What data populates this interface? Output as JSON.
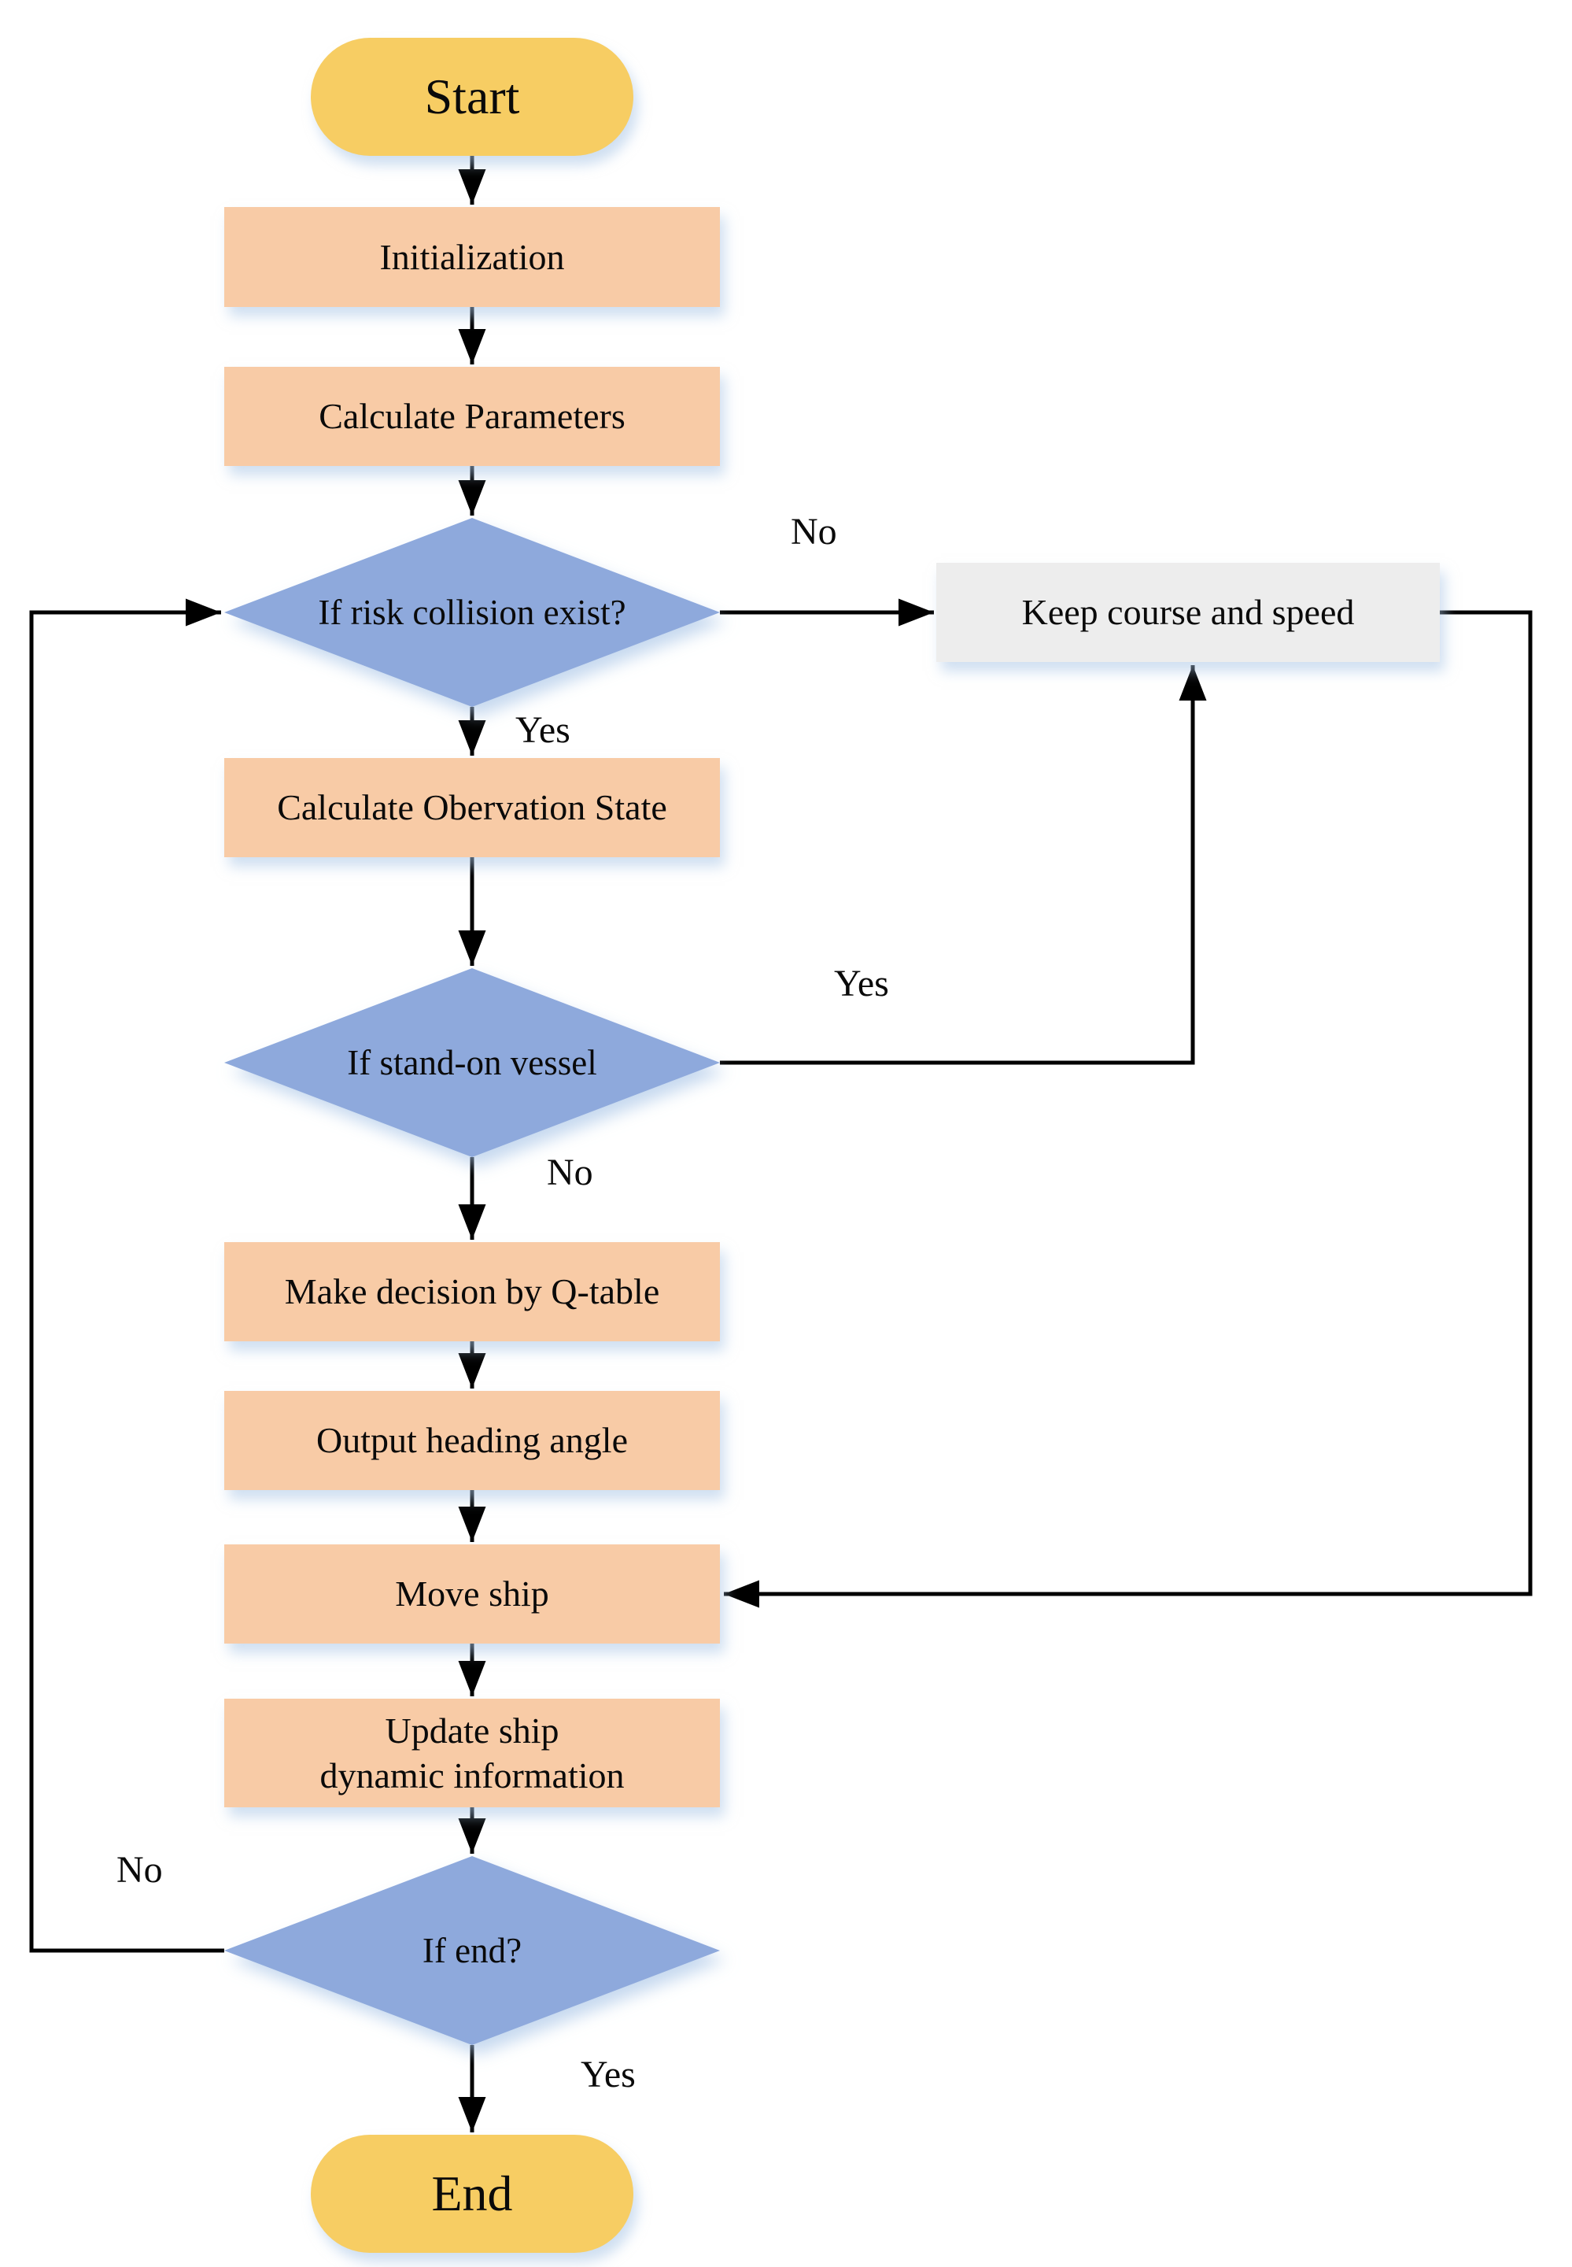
{
  "figure": {
    "type": "flowchart",
    "title": "Q-table ship collision-avoidance decision flowchart"
  },
  "colors": {
    "terminator_fill": "#f7cd63",
    "process_fill": "#f8cba6",
    "decision_fill": "#8ea9dc",
    "alt_process_fill": "#ededed",
    "connector": "#000000",
    "shadow_tint": "#a8c4e6",
    "background": "#ffffff",
    "text": "#0a0a0a"
  },
  "nodes": [
    {
      "id": "start",
      "type": "terminator",
      "label": "Start"
    },
    {
      "id": "initialization",
      "type": "process",
      "label": "Initialization"
    },
    {
      "id": "calc-parameters",
      "type": "process",
      "label": "Calculate Parameters"
    },
    {
      "id": "risk-decision",
      "type": "decision",
      "label": "If risk collision exist?"
    },
    {
      "id": "keep-course",
      "type": "process-alt",
      "label": "Keep course and speed"
    },
    {
      "id": "observation-state",
      "type": "process",
      "label": "Calculate Obervation State"
    },
    {
      "id": "standon-decision",
      "type": "decision",
      "label": "If stand-on vessel"
    },
    {
      "id": "q-table-decision",
      "type": "process",
      "label": "Make decision by Q-table"
    },
    {
      "id": "output-heading",
      "type": "process",
      "label": "Output heading angle"
    },
    {
      "id": "move-ship",
      "type": "process",
      "label": "Move ship"
    },
    {
      "id": "update-info",
      "type": "process",
      "label": "Update ship dynamic information"
    },
    {
      "id": "end-decision",
      "type": "decision",
      "label": "If end?"
    },
    {
      "id": "end",
      "type": "terminator",
      "label": "End"
    }
  ],
  "edge_labels": {
    "risk_no": "No",
    "risk_yes": "Yes",
    "standon_yes": "Yes",
    "standon_no": "No",
    "end_no": "No",
    "end_yes": "Yes"
  }
}
